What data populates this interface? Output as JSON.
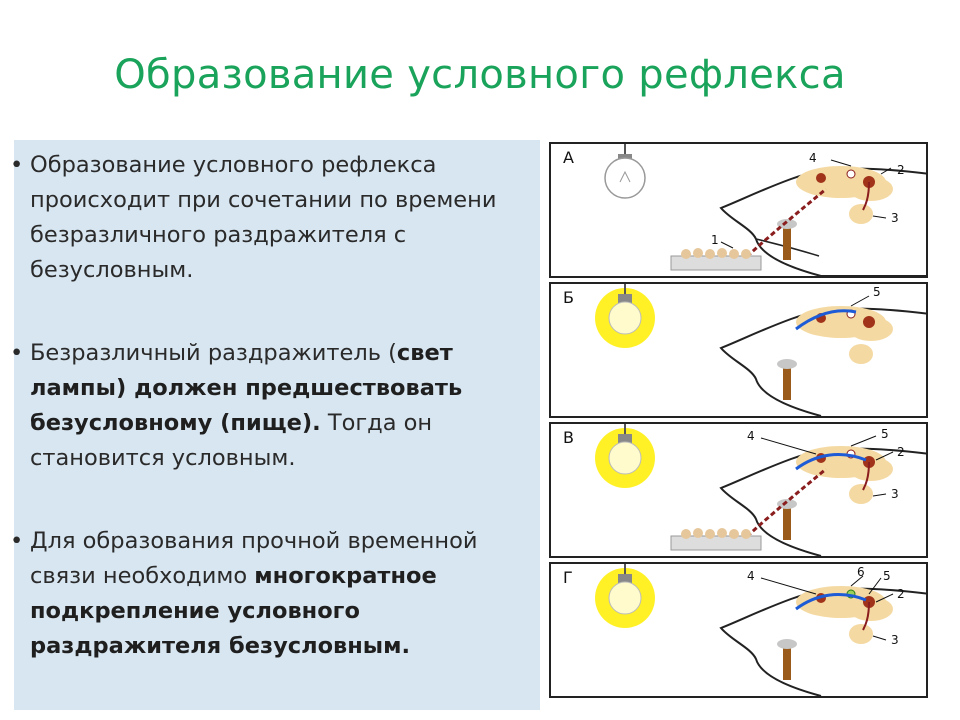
{
  "title": "Образование условного рефлекса",
  "bullets": [
    {
      "dot": "•",
      "parts": [
        "Образование условного рефлекса происходит при сочетании по времени безразличного раздражителя с безусловным."
      ]
    },
    {
      "dot": "•",
      "parts": [
        "Безразличный раздражитель (",
        "свет лампы) должен предшествовать безусловному (пище).",
        " Тогда он становится условным."
      ]
    },
    {
      "dot": "•",
      "parts": [
        "Для образования прочной временной связи необходимо ",
        "многократное подкрепление условного раздражителя безусловным."
      ]
    }
  ],
  "panels": [
    {
      "label": "А",
      "lamp_on": false,
      "food": true,
      "numbers": [
        "4",
        "2",
        "3",
        "1"
      ]
    },
    {
      "label": "Б",
      "lamp_on": true,
      "food": false,
      "numbers": [
        "5"
      ]
    },
    {
      "label": "В",
      "lamp_on": true,
      "food": true,
      "numbers": [
        "4",
        "5",
        "2",
        "3"
      ]
    },
    {
      "label": "Г",
      "lamp_on": true,
      "food": false,
      "numbers": [
        "4",
        "6",
        "5",
        "2",
        "3"
      ]
    }
  ],
  "colors": {
    "title": "#1aa35a",
    "text_bg": "#d8e6f1",
    "lamp_glow": "#ffee00",
    "brain": "#f4d9a2",
    "nerve_red": "#8a1d1d",
    "nerve_blue": "#1e5bd6"
  }
}
